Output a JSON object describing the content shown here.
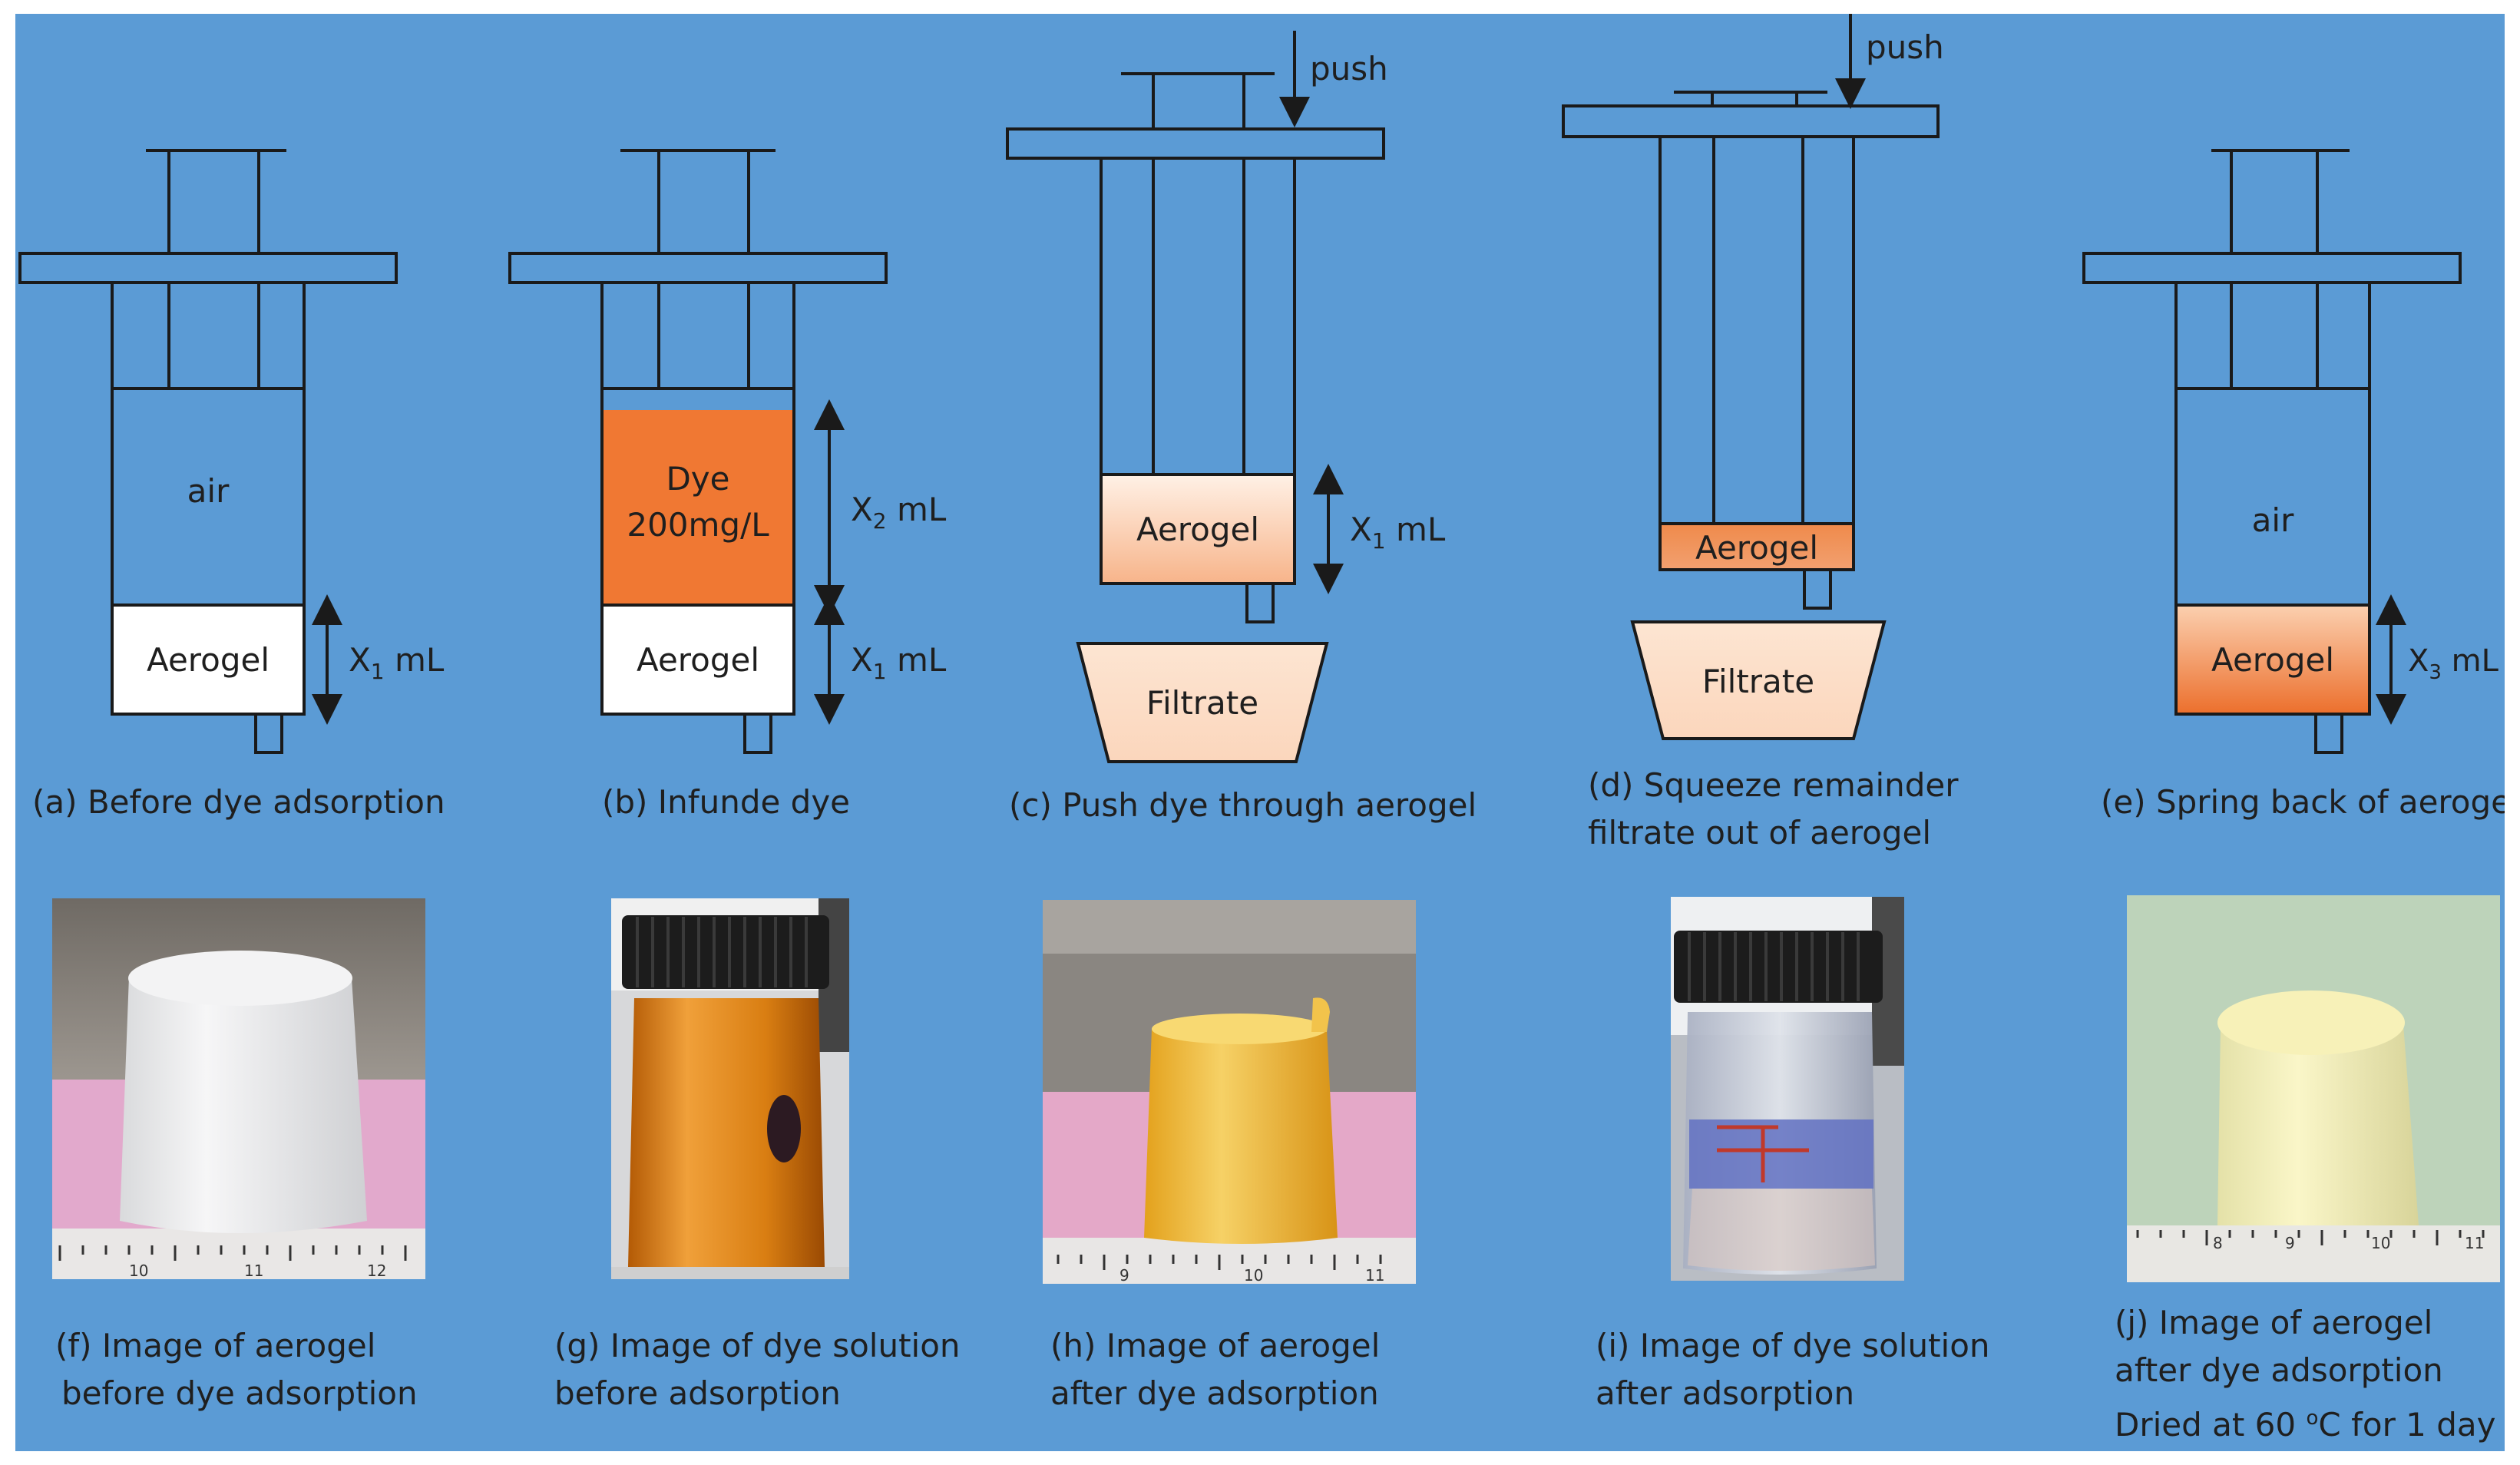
{
  "colors": {
    "background": "#5b9bd5",
    "outline": "#1a1a1a",
    "dye_orange": "#f07833",
    "aerogel_white": "#ffffff",
    "aerogel_peach": "#fbd3b6",
    "aerogel_orange": "#ef7d3e",
    "filtrate_peach": "#fce0cb"
  },
  "icons": [
    "syringe-icon",
    "down-arrow-icon",
    "double-arrow-icon",
    "funnel-icon"
  ],
  "panels": {
    "a": {
      "air": "air",
      "aerogel": "Aerogel",
      "vol_sym": "X",
      "vol_sub": "1",
      "vol_unit": "mL",
      "caption": "(a) Before dye adsorption"
    },
    "b": {
      "dye_line1": "Dye",
      "dye_line2": "200mg/L",
      "aerogel": "Aerogel",
      "dye_vol_sym": "X",
      "dye_vol_sub": "2",
      "dye_vol_unit": "mL",
      "gel_vol_sym": "X",
      "gel_vol_sub": "1",
      "gel_vol_unit": "mL",
      "caption": "(b) Infunde dye"
    },
    "c": {
      "push": "push",
      "aerogel": "Aerogel",
      "filtrate": "Filtrate",
      "vol_sym": "X",
      "vol_sub": "1",
      "vol_unit": "mL",
      "caption": "(c) Push dye through aerogel"
    },
    "d": {
      "push": "push",
      "aerogel": "Aerogel",
      "filtrate": "Filtrate",
      "caption_line1": "(d) Squeeze remainder",
      "caption_line2": "filtrate out of aerogel"
    },
    "e": {
      "air": "air",
      "aerogel": "Aerogel",
      "vol_sym": "X",
      "vol_sub": "3",
      "vol_unit": "mL",
      "caption": "(e) Spring back of aerogel"
    }
  },
  "photos": {
    "f": {
      "caption_line1": "(f) Image of aerogel",
      "caption_line2": "before dye adsorption",
      "ruler_labels": [
        "10",
        "11",
        "12"
      ]
    },
    "g": {
      "caption_line1": "(g) Image of dye solution",
      "caption_line2": "before adsorption"
    },
    "h": {
      "caption_line1": "(h) Image of aerogel",
      "caption_line2": "after dye adsorption",
      "ruler_labels": [
        "9",
        "10",
        "11"
      ]
    },
    "i": {
      "caption_line1": "(i) Image of dye solution",
      "caption_line2": "after adsorption"
    },
    "j": {
      "caption_line1": "(j) Image of aerogel",
      "caption_line2": "after dye adsorption",
      "caption_line3_pre": "Dried at 60 ",
      "caption_line3_sup": "o",
      "caption_line3_post": "C for 1 day",
      "ruler_labels": [
        "8",
        "9",
        "10",
        "11"
      ]
    }
  }
}
